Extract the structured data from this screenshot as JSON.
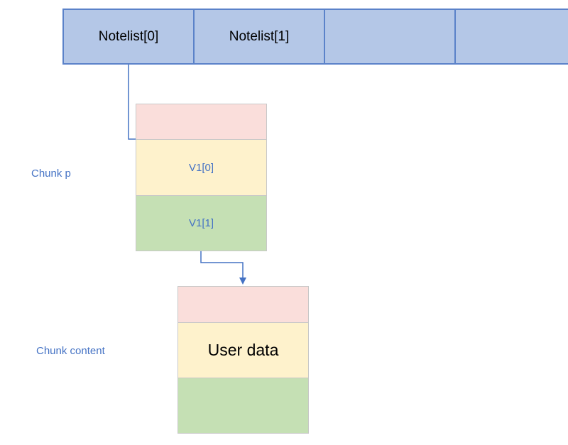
{
  "notelist": {
    "cells": [
      "Notelist[0]",
      "Notelist[1]",
      "",
      ""
    ]
  },
  "chunk_p": {
    "label": "Chunk p",
    "rows": [
      "",
      "V1[0]",
      "V1[1]"
    ]
  },
  "chunk_content": {
    "label": "Chunk content",
    "rows": [
      "",
      "User data",
      ""
    ]
  },
  "colors": {
    "array_fill": "#b4c7e7",
    "array_border": "#5b82c9",
    "header_pink": "#fadedb",
    "body_yellow": "#fef2cc",
    "body_green": "#c5e0b4",
    "connector_blue": "#4472c4"
  }
}
